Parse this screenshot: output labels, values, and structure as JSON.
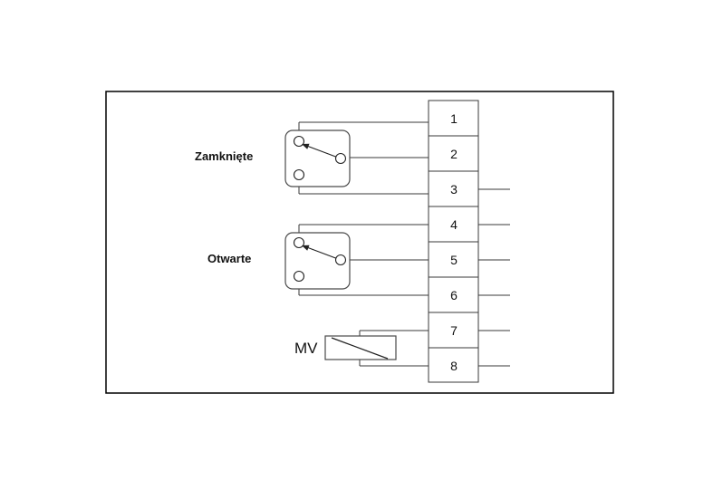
{
  "labels": {
    "switch_closed": "Zamknięte",
    "switch_open": "Otwarte",
    "valve": "MV"
  },
  "terminals": [
    "1",
    "2",
    "3",
    "4",
    "5",
    "6",
    "7",
    "8"
  ]
}
